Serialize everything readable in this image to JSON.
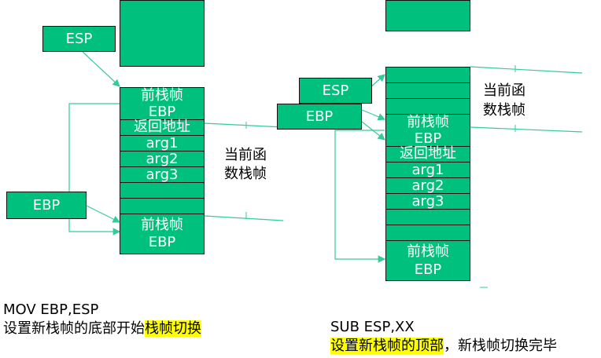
{
  "left_diagram": {
    "registers": {
      "esp": "ESP",
      "ebp": "EBP"
    },
    "stack_cells": {
      "prev_frame_line1": "前栈帧",
      "prev_frame_line2": "EBP",
      "return_address": "返回地址",
      "arg1": "arg1",
      "arg2": "arg2",
      "arg3": "arg3",
      "bottom_frame_line1": "前栈帧",
      "bottom_frame_line2": "EBP"
    },
    "frame_label_line1": "当前函",
    "frame_label_line2": "数栈帧"
  },
  "right_diagram": {
    "registers": {
      "esp": "ESP",
      "ebp": "EBP"
    },
    "stack_cells": {
      "prev_frame_line1": "前栈帧",
      "prev_frame_line2": "EBP",
      "return_address": "返回地址",
      "arg1": "arg1",
      "arg2": "arg2",
      "arg3": "arg3",
      "bottom_frame_line1": "前栈帧",
      "bottom_frame_line2": "EBP"
    },
    "frame_label_line1": "当前函",
    "frame_label_line2": "数栈帧"
  },
  "captions": {
    "left_instruction": "MOV EBP,ESP",
    "left_desc_plain": "设置新栈帧的底部开始",
    "left_desc_highlight": "栈帧切换",
    "right_instruction": "SUB ESP,XX",
    "right_desc_highlight": "设置新栈帧的顶部",
    "right_desc_plain": "，新栈帧切换完毕"
  },
  "colors": {
    "cell_fill": "#00c07e",
    "cell_text": "#ffffff",
    "arrow": "#33cc99",
    "highlight": "#ffff00"
  }
}
